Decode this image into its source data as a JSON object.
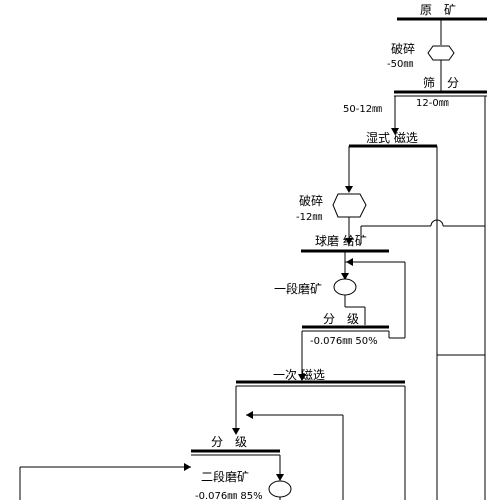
{
  "labels": {
    "raw_ore": "原　矿",
    "crush1": "破碎",
    "crush1_size": "-50㎜",
    "screen": "筛　分",
    "oversize": "50-12㎜",
    "undersize": "12-0㎜",
    "wet_mag": "湿式 磁选",
    "crush2": "破碎",
    "crush2_size": "-12㎜",
    "ball_mill_feed": "球磨 给矿",
    "grind1": "一段磨矿",
    "classify1": "分　级",
    "classify1_spec": "-0.076㎜ 50%",
    "mag1": "一次 磁选",
    "classify2": "分　级",
    "grind2": "二段磨矿",
    "classify2_spec": "-0.076㎜ 85%"
  }
}
